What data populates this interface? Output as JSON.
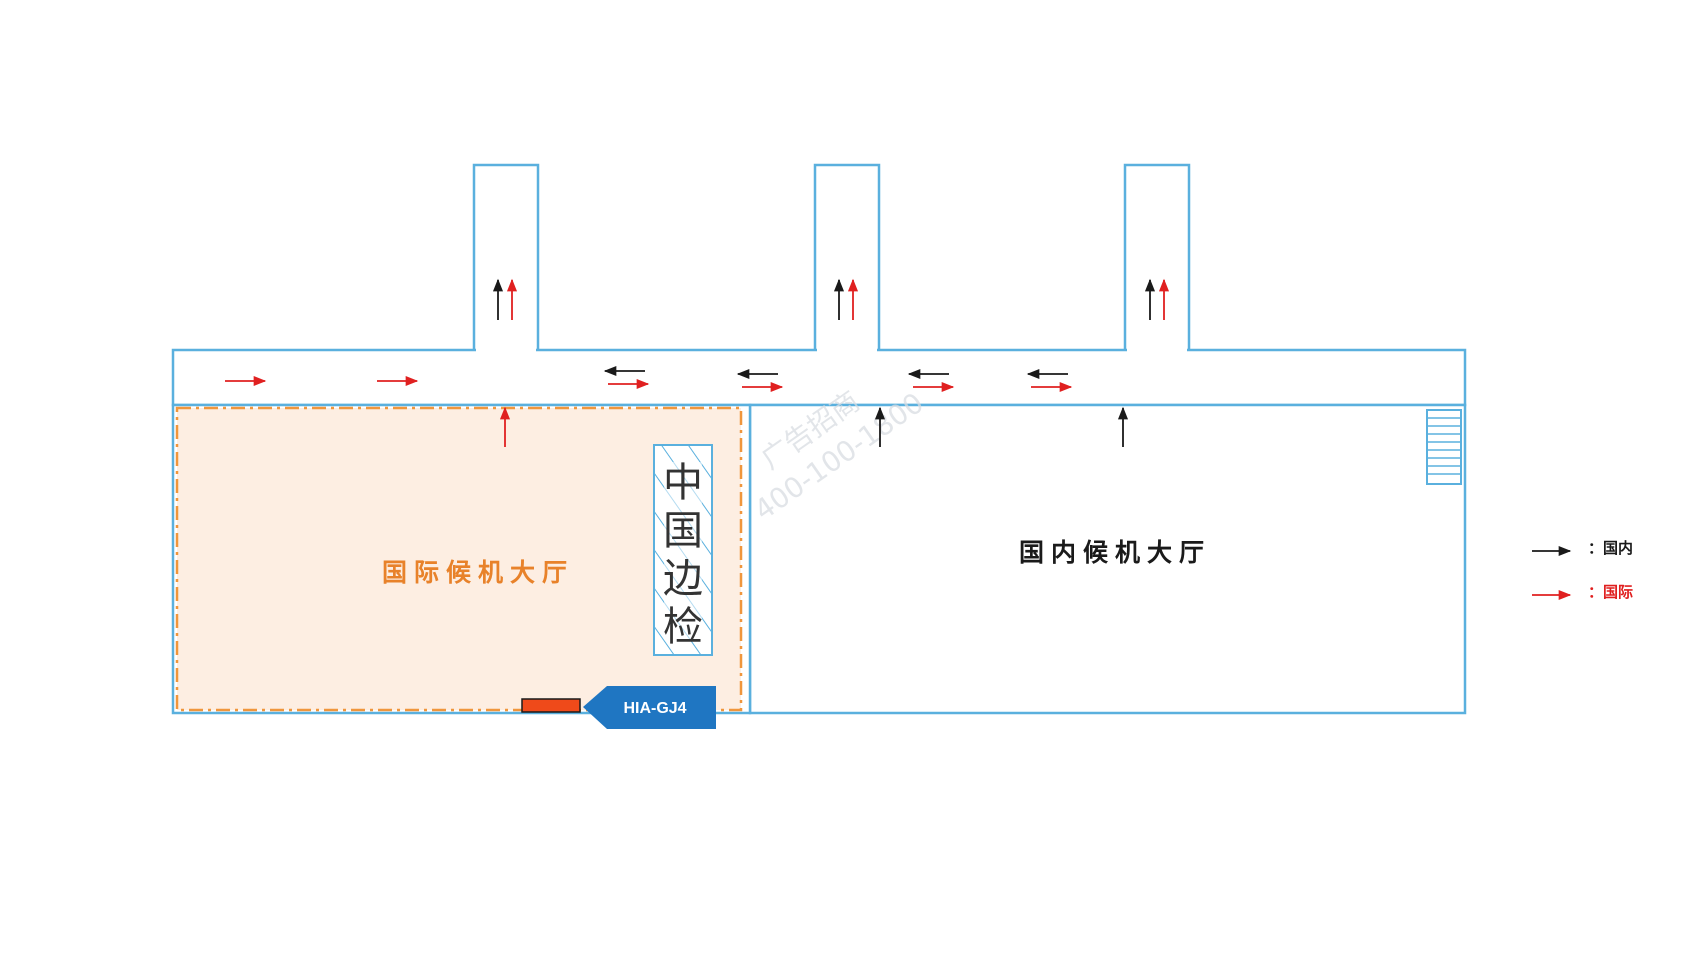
{
  "halls": {
    "international": "国际候机大厅",
    "domestic": "国内候机大厅"
  },
  "border_control": "中国边检",
  "ad_spot": "HIA-GJ4",
  "watermark": {
    "line1": "广告招商",
    "line2": "400-100-1800"
  },
  "legend": [
    {
      "label": "：国内",
      "color": "#1a1a1a"
    },
    {
      "label": "：国际",
      "color": "#e02020"
    }
  ],
  "colors": {
    "wall": "#5ab0de",
    "international_fill": "#fdeee2",
    "international_border": "#f0963c",
    "domestic_arrow": "#1a1a1a",
    "international_arrow": "#e02020",
    "ad_badge": "#1f76c2",
    "ad_marker": "#ef4a1a"
  }
}
